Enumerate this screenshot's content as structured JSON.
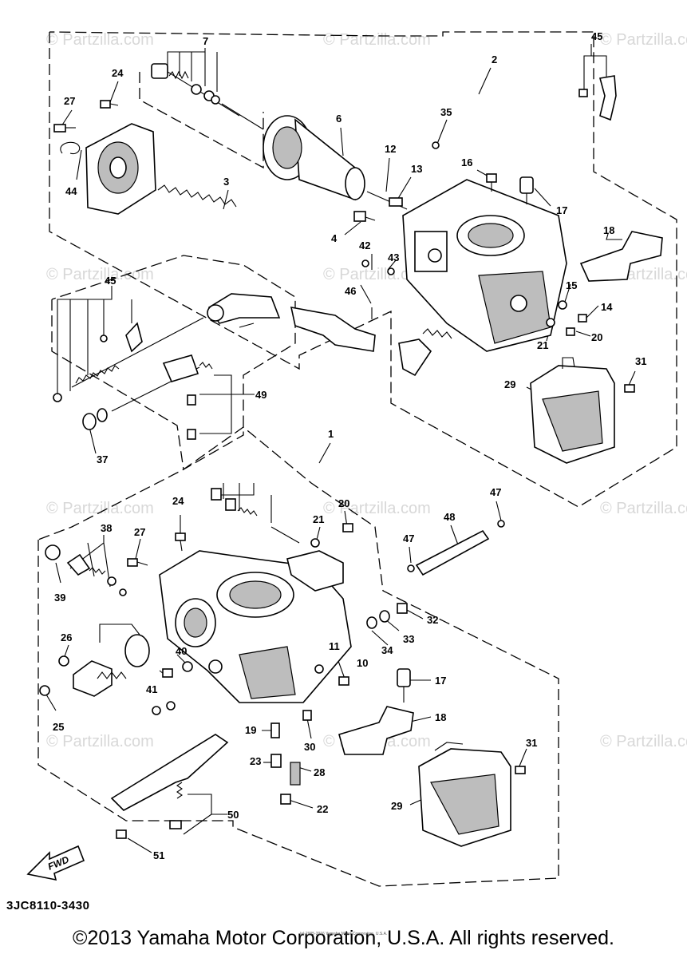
{
  "diagram": {
    "watermark": "© Partzilla.com",
    "part_code": "3JC8110-3430",
    "copyright": "©2013 Yamaha Motor Corporation, U.S.A. All rights reserved.",
    "fine_print": "(c) 2005-2016 Yamaha Motor Corporation, U.S.A.",
    "fwd_label": "FWD",
    "callouts": [
      "45",
      "7",
      "2",
      "24",
      "27",
      "6",
      "35",
      "12",
      "13",
      "16",
      "17",
      "18",
      "3",
      "44",
      "4",
      "42",
      "43",
      "46",
      "15",
      "14",
      "20",
      "21",
      "31",
      "29",
      "49",
      "37",
      "1",
      "47",
      "48",
      "38",
      "39",
      "26",
      "25",
      "40",
      "41",
      "11",
      "10",
      "34",
      "33",
      "32",
      "19",
      "23",
      "28",
      "22",
      "30",
      "50",
      "51"
    ]
  }
}
